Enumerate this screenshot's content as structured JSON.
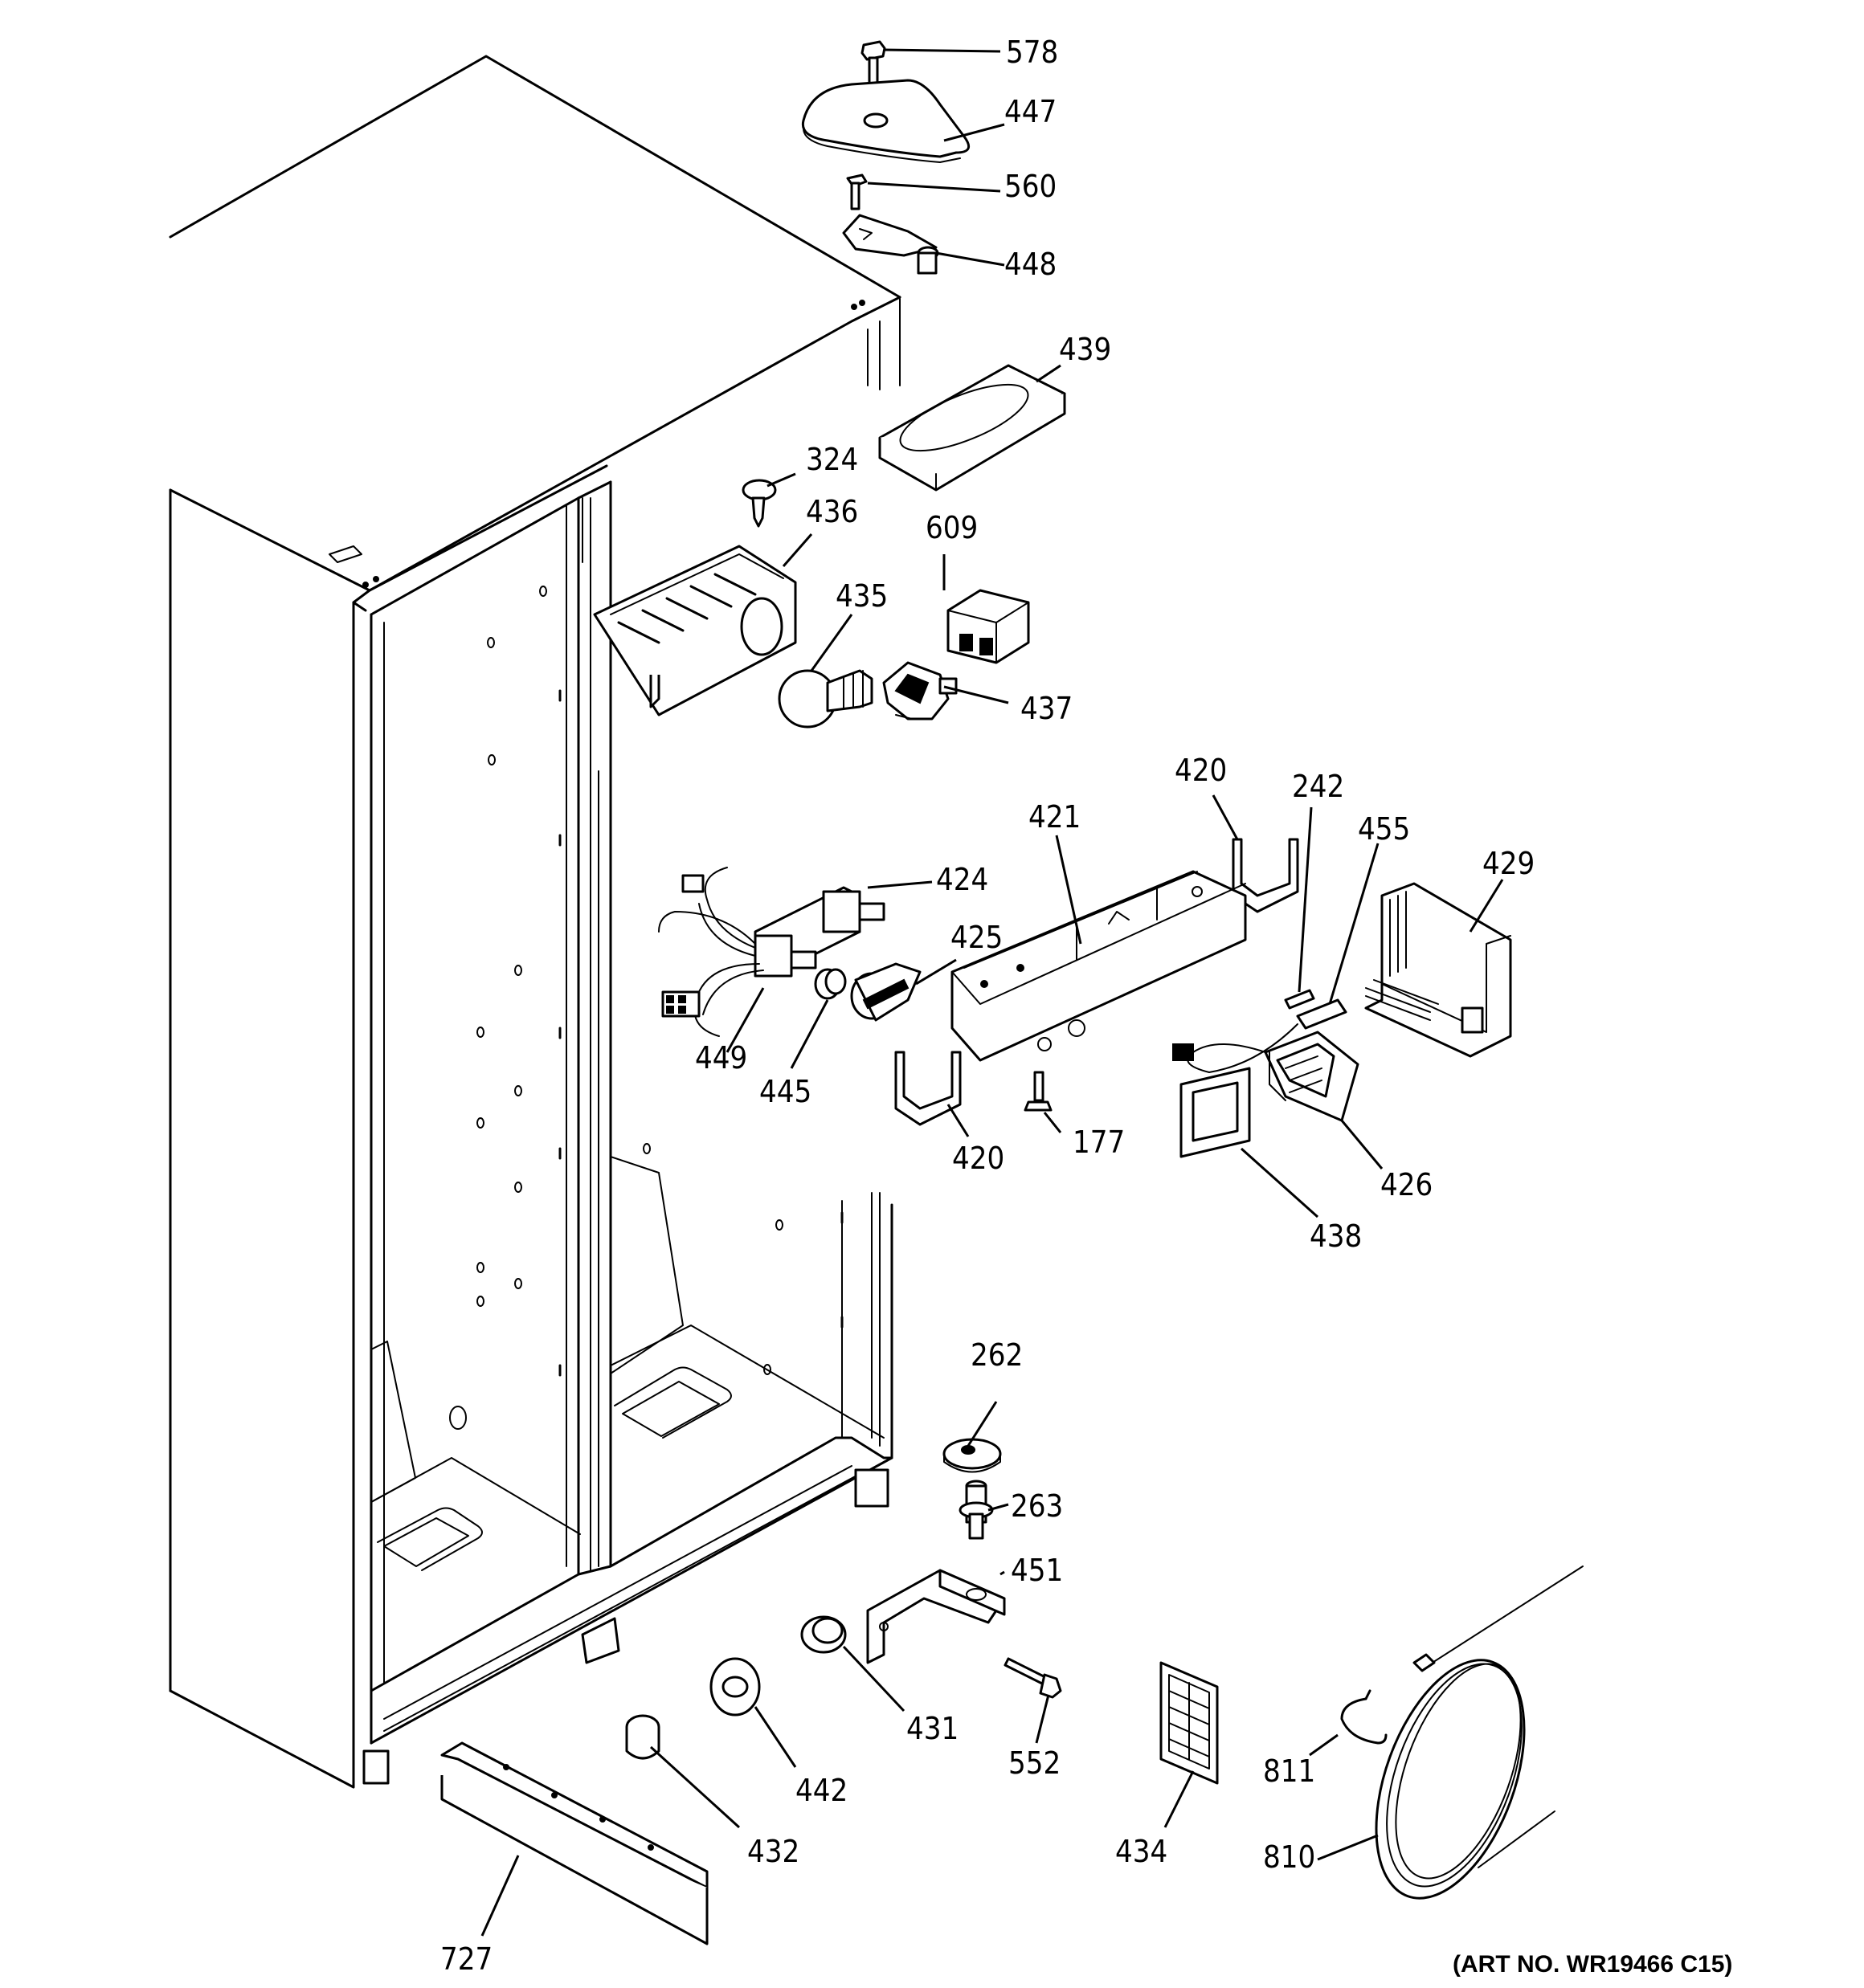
{
  "art_number": "(ART NO. WR19466 C15)",
  "callouts": [
    {
      "id": "578",
      "label": "578"
    },
    {
      "id": "447",
      "label": "447"
    },
    {
      "id": "560",
      "label": "560"
    },
    {
      "id": "448",
      "label": "448"
    },
    {
      "id": "439",
      "label": "439"
    },
    {
      "id": "324",
      "label": "324"
    },
    {
      "id": "436",
      "label": "436"
    },
    {
      "id": "609",
      "label": "609"
    },
    {
      "id": "435",
      "label": "435"
    },
    {
      "id": "437",
      "label": "437"
    },
    {
      "id": "420a",
      "label": "420"
    },
    {
      "id": "242",
      "label": "242"
    },
    {
      "id": "421",
      "label": "421"
    },
    {
      "id": "455",
      "label": "455"
    },
    {
      "id": "429",
      "label": "429"
    },
    {
      "id": "424",
      "label": "424"
    },
    {
      "id": "425",
      "label": "425"
    },
    {
      "id": "449",
      "label": "449"
    },
    {
      "id": "445",
      "label": "445"
    },
    {
      "id": "420b",
      "label": "420"
    },
    {
      "id": "177",
      "label": "177"
    },
    {
      "id": "426",
      "label": "426"
    },
    {
      "id": "438",
      "label": "438"
    },
    {
      "id": "262",
      "label": "262"
    },
    {
      "id": "263",
      "label": "263"
    },
    {
      "id": "451",
      "label": "451"
    },
    {
      "id": "431",
      "label": "431"
    },
    {
      "id": "442",
      "label": "442"
    },
    {
      "id": "552",
      "label": "552"
    },
    {
      "id": "432",
      "label": "432"
    },
    {
      "id": "434",
      "label": "434"
    },
    {
      "id": "811",
      "label": "811"
    },
    {
      "id": "810",
      "label": "810"
    },
    {
      "id": "727",
      "label": "727"
    }
  ]
}
